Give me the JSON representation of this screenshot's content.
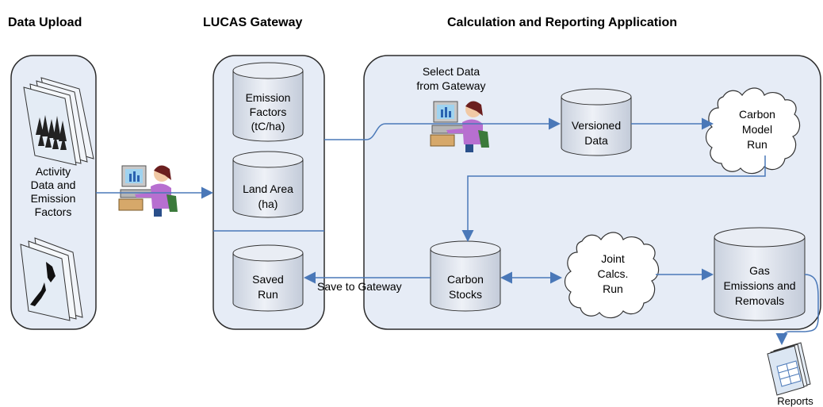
{
  "headers": {
    "data_upload": "Data Upload",
    "lucas_gateway": "LUCAS Gateway",
    "calc_app": "Calculation and Reporting Application"
  },
  "upload": {
    "activity_lines": [
      "Activity",
      "Data and",
      "Emission",
      "Factors"
    ]
  },
  "gateway": {
    "emission_factors": [
      "Emission",
      "Factors",
      "(tC/ha)"
    ],
    "land_area": [
      "Land Area",
      "(ha)"
    ],
    "saved_run": [
      "Saved",
      "Run"
    ]
  },
  "calc": {
    "select_data": [
      "Select Data",
      "from Gateway"
    ],
    "versioned_data": [
      "Versioned",
      "Data"
    ],
    "carbon_model_run": [
      "Carbon",
      "Model",
      "Run"
    ],
    "carbon_stocks": [
      "Carbon",
      "Stocks"
    ],
    "joint_calcs": [
      "Joint",
      "Calcs.",
      "Run"
    ],
    "gas_emissions": [
      "Gas",
      "Emissions and",
      "Removals"
    ],
    "save_to_gateway": "Save to Gateway",
    "reports": "Reports"
  },
  "colors": {
    "panel_fill": "#e6ecf6",
    "panel_stroke": "#2b2b2b",
    "arrow": "#4a78b8",
    "cylinder_fill": "#dde3ee"
  },
  "icons": [
    "person-at-computer-icon",
    "forest-map-icon",
    "nz-map-icon",
    "spreadsheet-report-icon"
  ]
}
